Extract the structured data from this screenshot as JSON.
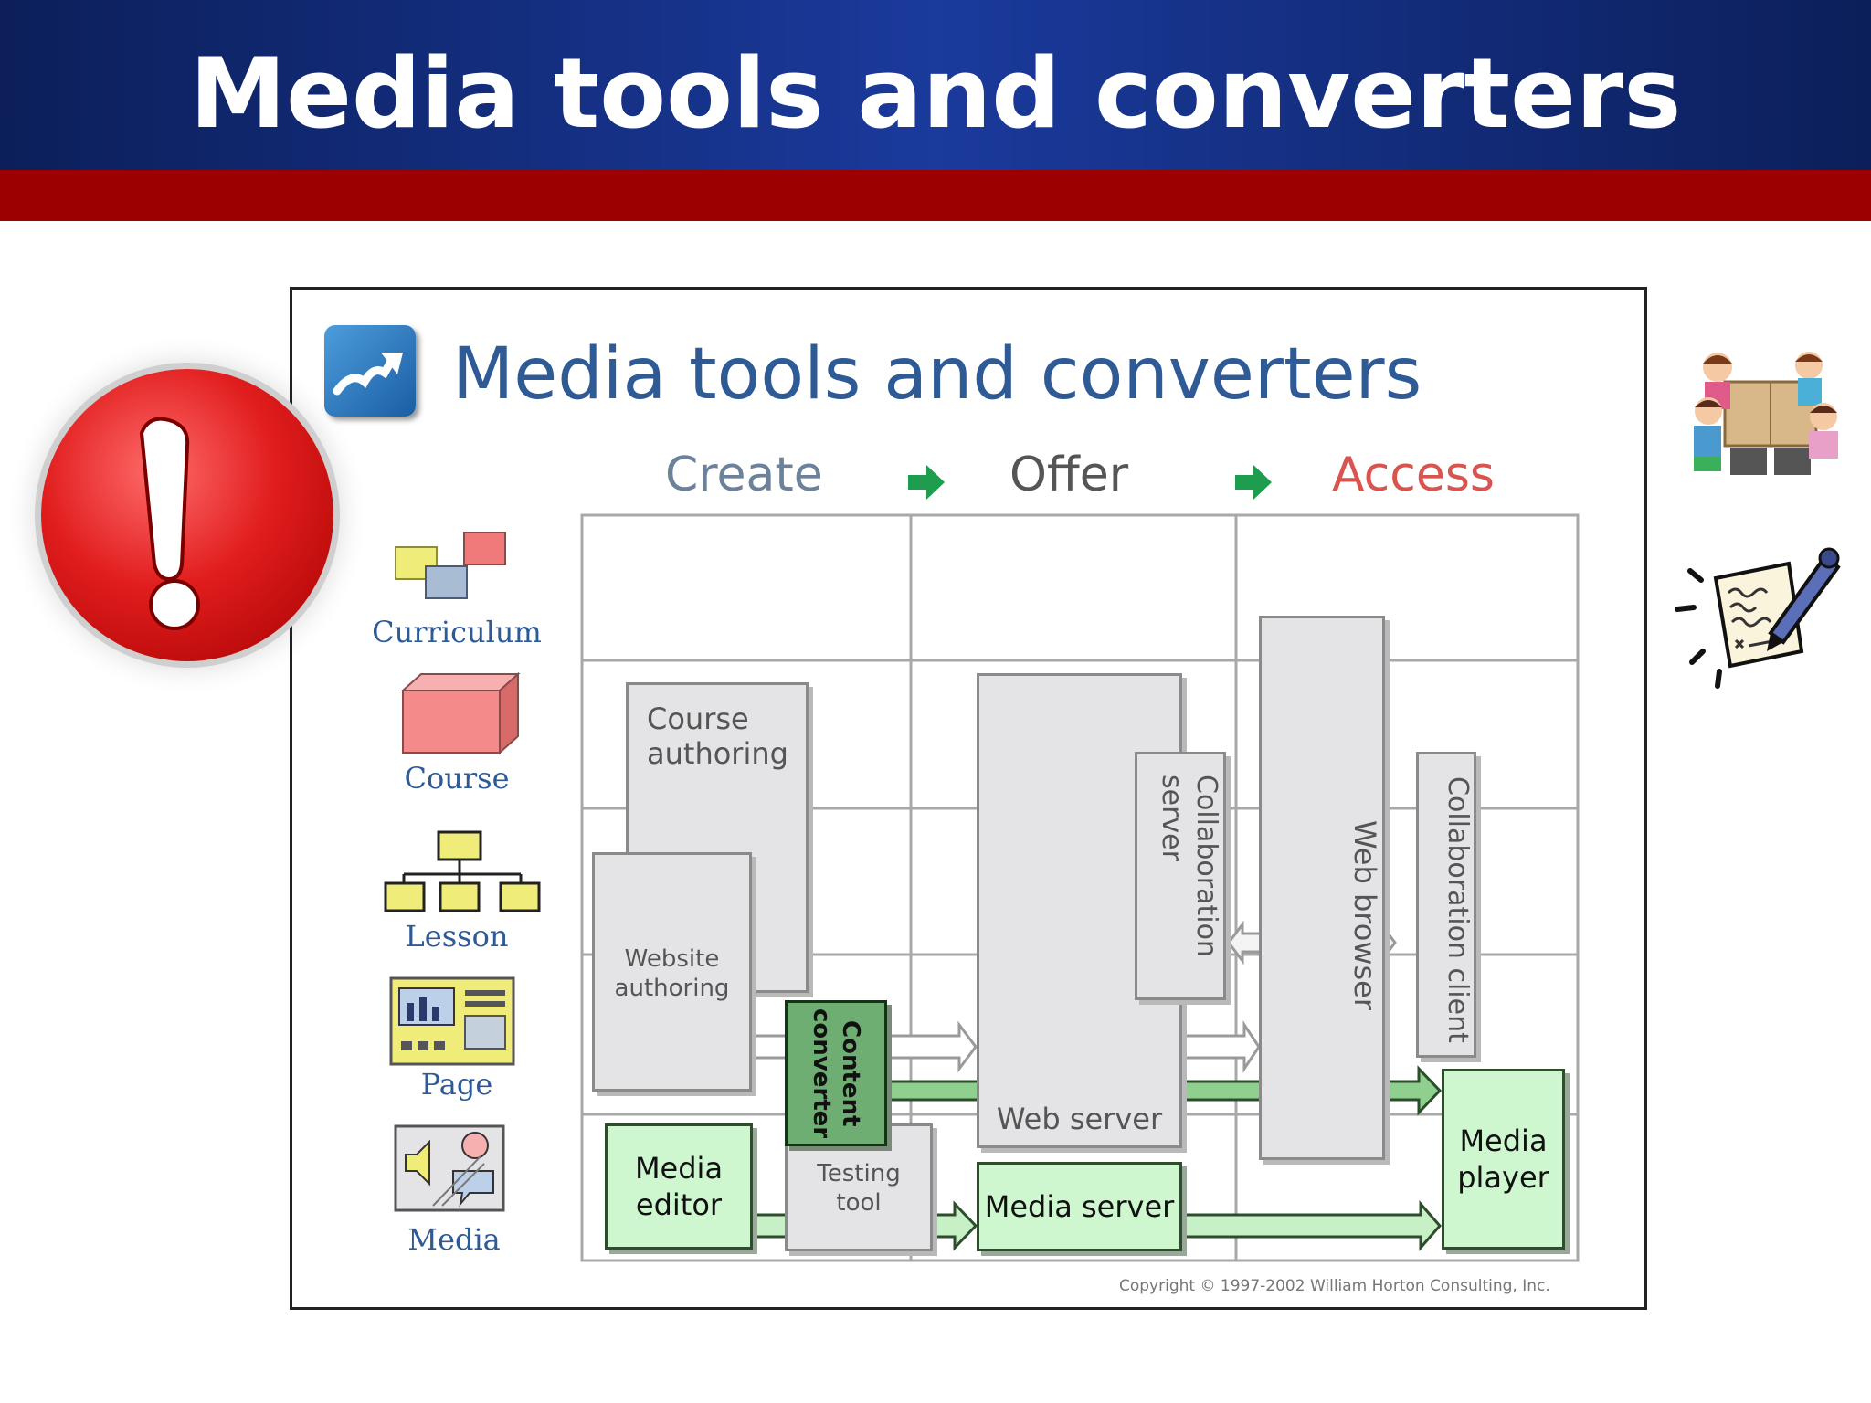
{
  "slide": {
    "title": "Media tools and converters"
  },
  "diagram": {
    "title": "Media tools and converters",
    "columns": [
      {
        "label": "Create",
        "color": "#6b829a"
      },
      {
        "label": "Offer",
        "color": "#555555"
      },
      {
        "label": "Access",
        "color": "#d9534f"
      }
    ],
    "levels": [
      "Curriculum",
      "Course",
      "Lesson",
      "Page",
      "Media"
    ],
    "tools": {
      "course_authoring": "Course authoring",
      "website_authoring": "Website authoring",
      "content_converter": "Content converter",
      "testing_tool": "Testing tool",
      "media_editor": "Media editor",
      "web_server": "Web server",
      "collaboration_server": "Collaboration server",
      "media_server": "Media server",
      "web_browser": "Web browser",
      "collaboration_client": "Collaboration client",
      "media_player": "Media player"
    },
    "copyright": "Copyright © 1997-2002 William Horton Consulting, Inc."
  },
  "icons": [
    "warning-exclamation-icon",
    "children-reading-icon",
    "pen-writing-icon",
    "curriculum-icon",
    "course-icon",
    "lesson-icon",
    "page-icon",
    "media-icon"
  ]
}
